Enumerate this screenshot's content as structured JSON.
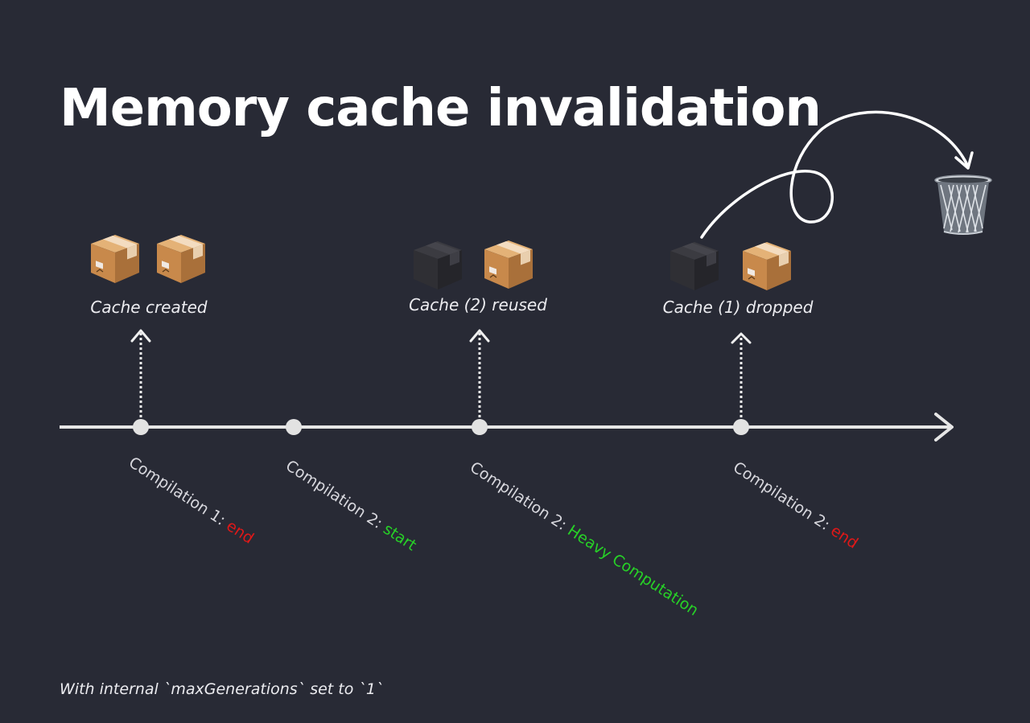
{
  "title": "Memory cache invalidation",
  "stages": [
    {
      "label": "Cache created"
    },
    {
      "label": "Cache (2) reused"
    },
    {
      "label": "Cache (1) dropped"
    }
  ],
  "milestones": [
    {
      "prefix": "Compilation 1: ",
      "state": "end"
    },
    {
      "prefix": "Compilation 2: ",
      "state": "start"
    },
    {
      "prefix": "Compilation 2: ",
      "state": "Heavy Computation"
    },
    {
      "prefix": "Compilation 2: ",
      "state": "end"
    }
  ],
  "footnote": "With internal `maxGenerations` set to `1`",
  "icons": [
    "package-box-icon",
    "trash-can-icon"
  ],
  "colors": {
    "background": "#282a35",
    "timeline": "#e6e6e6",
    "end": "#e01818",
    "start": "#27d127",
    "box": "#c58a4e",
    "box_dimmed": "#34343a"
  }
}
